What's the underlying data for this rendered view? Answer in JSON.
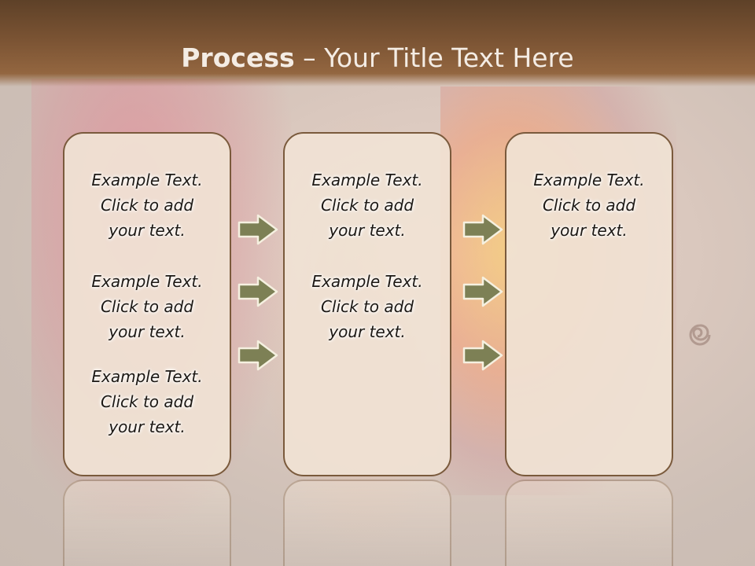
{
  "slide": {
    "title_bold": "Process",
    "title_rest": " – Your Title Text Here",
    "columns": [
      {
        "items": [
          {
            "line1": "Example Text.",
            "line2": "Click  to add",
            "line3": "your text."
          },
          {
            "line1": "Example Text.",
            "line2": "Click  to add",
            "line3": "your text."
          },
          {
            "line1": "Example Text.",
            "line2": "Click  to add",
            "line3": "your text."
          }
        ]
      },
      {
        "items": [
          {
            "line1": "Example Text.",
            "line2": "Click  to add",
            "line3": "your text."
          },
          {
            "line1": "Example Text.",
            "line2": "Click  to add",
            "line3": "your text."
          }
        ]
      },
      {
        "items": [
          {
            "line1": "Example Text.",
            "line2": "Click  to add",
            "line3": "your text."
          }
        ]
      }
    ]
  },
  "colors": {
    "header": "#7a5333",
    "box_fill": "#f0e2d4",
    "box_border": "#7a5a3c",
    "arrow_fill": "#7d8055",
    "arrow_stroke": "#f5f0e0"
  },
  "icons": {
    "arrow": "right-arrow-icon",
    "decoration": "swirl-icon"
  }
}
